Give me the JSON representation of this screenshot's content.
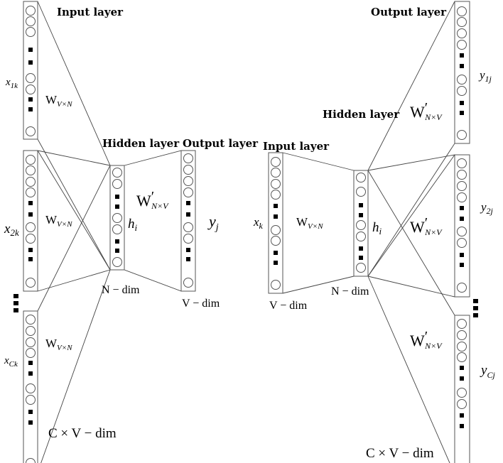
{
  "left": {
    "input_title": "Input layer",
    "hidden_title": "Hidden layer",
    "output_title": "Output layer",
    "x1_main": "x",
    "x1_sub": "1k",
    "x2_main": "x",
    "x2_sub": "2k",
    "xc_main": "x",
    "xc_sub": "Ck",
    "w_in_main": "W",
    "w_in_sub": "V×N",
    "w_out_main": "W",
    "w_out_prime": "′",
    "w_out_sub": "N×V",
    "h_main": "h",
    "h_sub": "i",
    "y_main": "y",
    "y_sub": "j",
    "n_dim": "N − dim",
    "v_dim": "V − dim",
    "cv_dim": "C × V − dim"
  },
  "right": {
    "input_title": "Input layer",
    "hidden_title": "Hidden layer",
    "output_title": "Output layer",
    "x_main": "x",
    "x_sub": "k",
    "w_in_main": "W",
    "w_in_sub": "V×N",
    "w_out_main": "W",
    "w_out_prime": "′",
    "w_out_sub": "N×V",
    "h_main": "h",
    "h_sub": "i",
    "y1_main": "y",
    "y1_sub": "1j",
    "y2_main": "y",
    "y2_sub": "2j",
    "yc_main": "y",
    "yc_sub": "Cj",
    "n_dim": "N − dim",
    "v_dim": "V − dim",
    "cv_dim": "C × V − dim"
  }
}
